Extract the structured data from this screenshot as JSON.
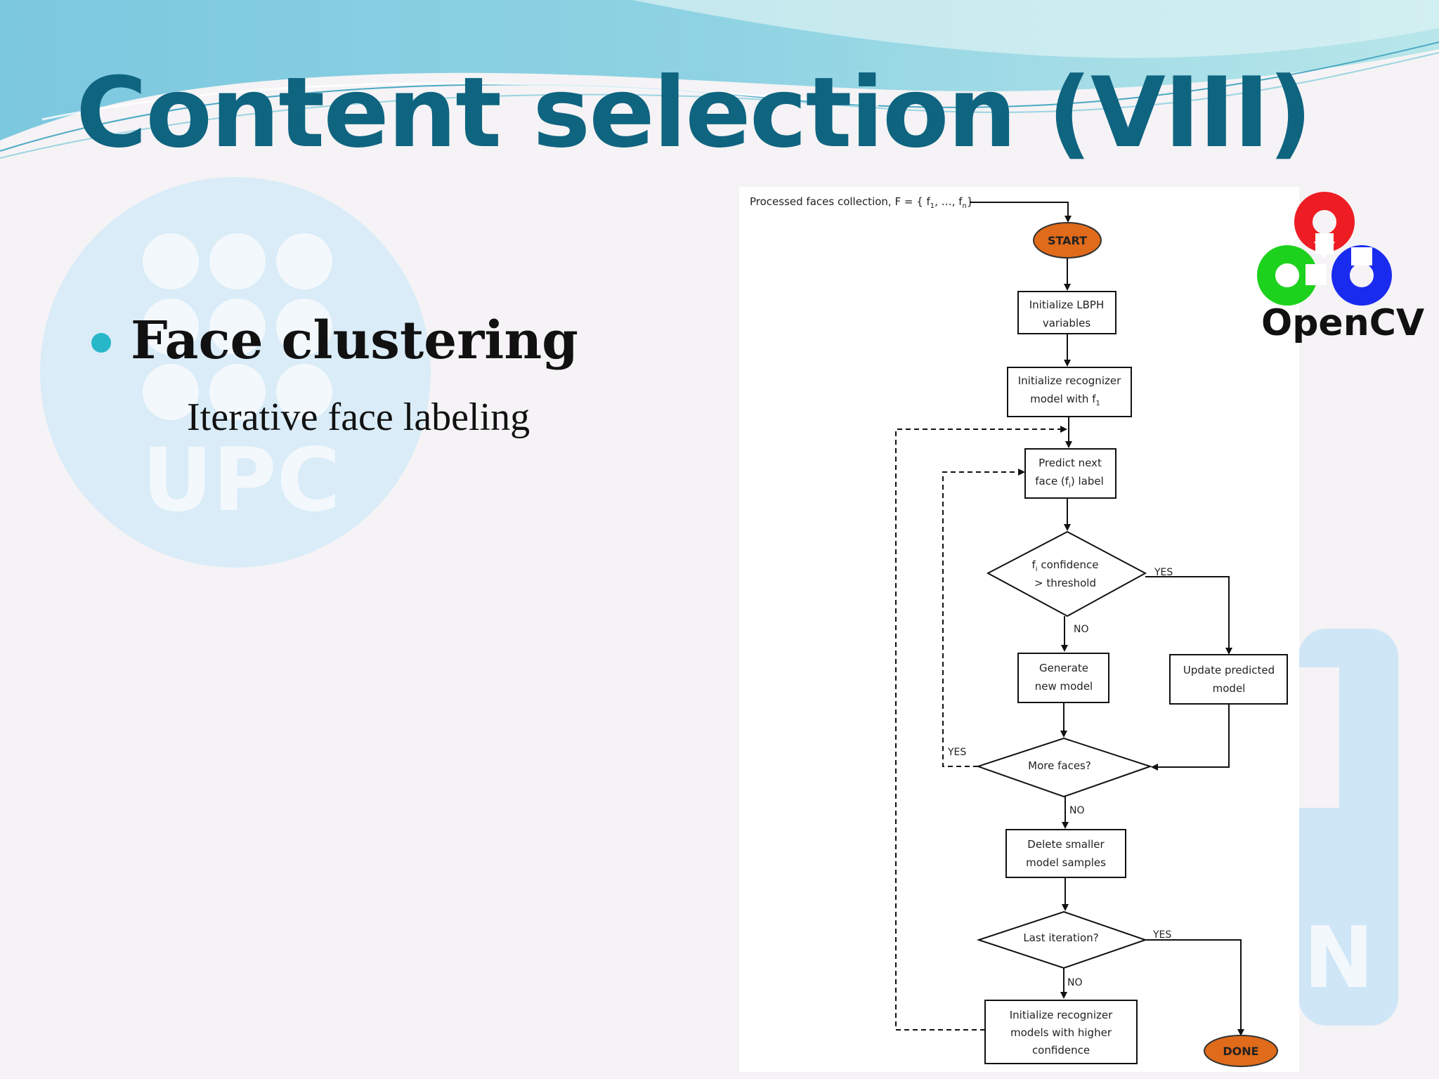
{
  "slide": {
    "title": "Content selection (VIII)",
    "bullet": "Face clustering",
    "sub_bullet": "Iterative face labeling"
  },
  "watermark": {
    "left_logo_text": "UPC",
    "right_logo_text": "N"
  },
  "logo": {
    "label": "OpenCV"
  },
  "flowchart": {
    "input_label": "Processed faces collection, F = { f",
    "input_label_sub1": "1",
    "input_label_mid": ", …, f",
    "input_label_subn": "n",
    "input_label_end": "}",
    "start": "START",
    "init_lbph": [
      "Initialize LBPH",
      "variables"
    ],
    "init_recognizer": [
      "Initialize recognizer",
      "model with f"
    ],
    "init_recognizer_sub": "1",
    "predict": [
      "Predict next",
      "face (f",
      ") label"
    ],
    "predict_sub": "i",
    "confidence_dec": [
      "f",
      " confidence",
      "> threshold"
    ],
    "confidence_sub": "i",
    "generate": [
      "Generate",
      "new model"
    ],
    "update": [
      "Update predicted",
      "model"
    ],
    "more_faces": "More faces?",
    "delete": [
      "Delete smaller",
      "model samples"
    ],
    "last_iter": "Last iteration?",
    "init_higher": [
      "Initialize recognizer",
      "models with higher",
      "confidence"
    ],
    "done": "DONE",
    "yes": "YES",
    "no": "NO"
  },
  "colors": {
    "title": "#0f6480",
    "bullet": "#27b7c8",
    "terminal": "#e06b1a",
    "opencv_red": "#ee1d23",
    "opencv_green": "#1dd21d",
    "opencv_blue": "#1a2bf0"
  }
}
